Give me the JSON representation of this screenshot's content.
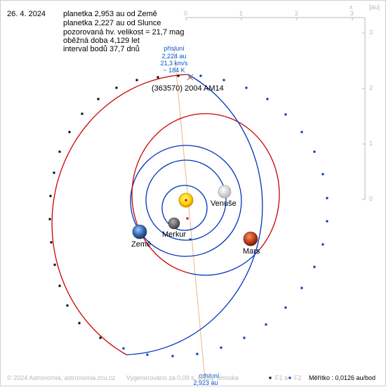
{
  "header": {
    "date": "26. 4. 2024",
    "info_lines": [
      "planetka 2,953 au od Země",
      "planetka 2,227 au od Slunce",
      "pozorovaná hv. velikost = 21,7 mag",
      "oběžná doba 4,129 let",
      "interval bodů 37,7 dnů"
    ]
  },
  "axes": {
    "x_label": "x",
    "unit_label": "[au]",
    "x_ticks": [
      "0",
      "1",
      "2",
      "3"
    ],
    "y_ticks": [
      "3",
      "2",
      "1",
      "0"
    ]
  },
  "asteroid": {
    "name": "(363570) 2004 AM14",
    "perihelion": {
      "title": "přísluní",
      "distance": "2,224 au",
      "speed": "21,3 km/s",
      "temperature": "~ 184 K"
    },
    "aphelion": {
      "title": "odsluní",
      "distance": "2,923 au"
    }
  },
  "bodies": {
    "sun": "",
    "mercury": "Merkur",
    "venus": "Venuše",
    "earth": "Země",
    "mars": "Mars"
  },
  "footer": {
    "copyright": "© 2024 Astronomia, astronomia.zcu.cz",
    "note": "Vygenerováno za 0,09 s, elipsy, ohniska",
    "legend_f1": "F1",
    "legend_a": "a",
    "legend_f2": "F2",
    "scale": "Měřítko : 0,0126 au/bod"
  },
  "colors": {
    "orbit_above": "#cc0000",
    "orbit_below": "#0033bb",
    "axis": "#b8b8b8",
    "apsides_line": "#e8b48a",
    "sun": "#ffd800",
    "mars": "#c04020",
    "venus": "#e6e6e6",
    "mercury": "#707070",
    "earth": "#3a70b8"
  }
}
